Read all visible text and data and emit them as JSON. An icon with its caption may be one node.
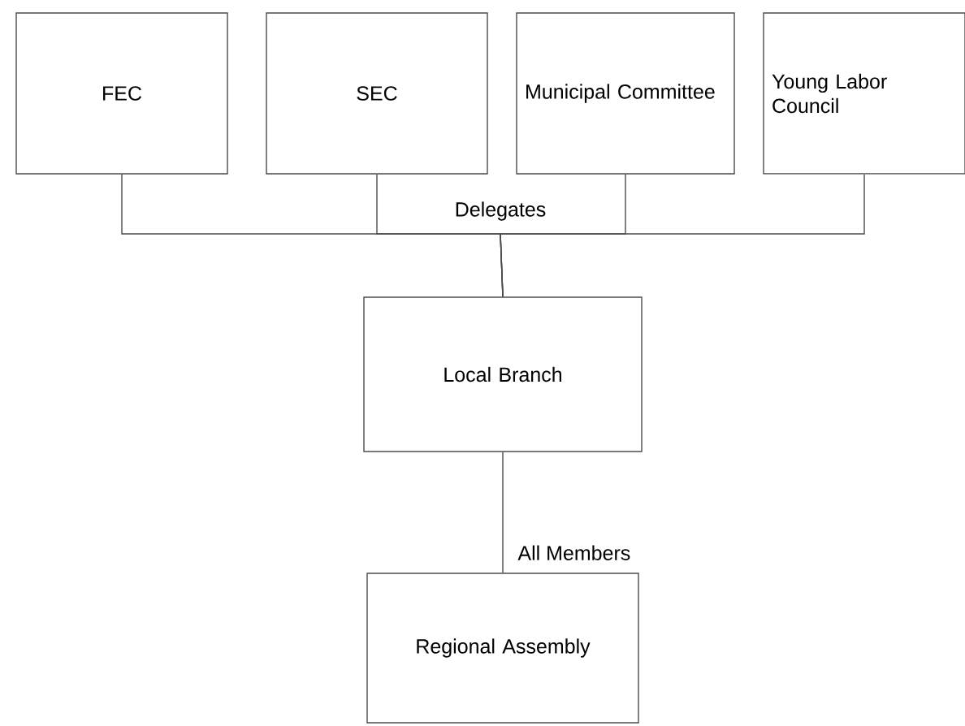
{
  "diagram": {
    "nodes": [
      {
        "text": [
          "FEC"
        ]
      },
      {
        "text": [
          "SEC"
        ]
      },
      {
        "text": [
          "Municipal Committee"
        ]
      },
      {
        "text": [
          "Young Labor Council"
        ]
      },
      {
        "text": [
          "Local Branch"
        ]
      },
      {
        "text": [
          "Regional Assembly"
        ]
      }
    ],
    "edges": [
      {
        "from": 0,
        "to": 4,
        "arrow": "none"
      },
      {
        "from": 1,
        "to": 4,
        "arrow": "none",
        "label": "Delegates"
      },
      {
        "from": 2,
        "to": 4,
        "arrow": "none"
      },
      {
        "from": 3,
        "to": 4,
        "arrow": "none"
      },
      {
        "from": 4,
        "to": 5,
        "arrow": "none",
        "label": "All Members"
      }
    ]
  }
}
